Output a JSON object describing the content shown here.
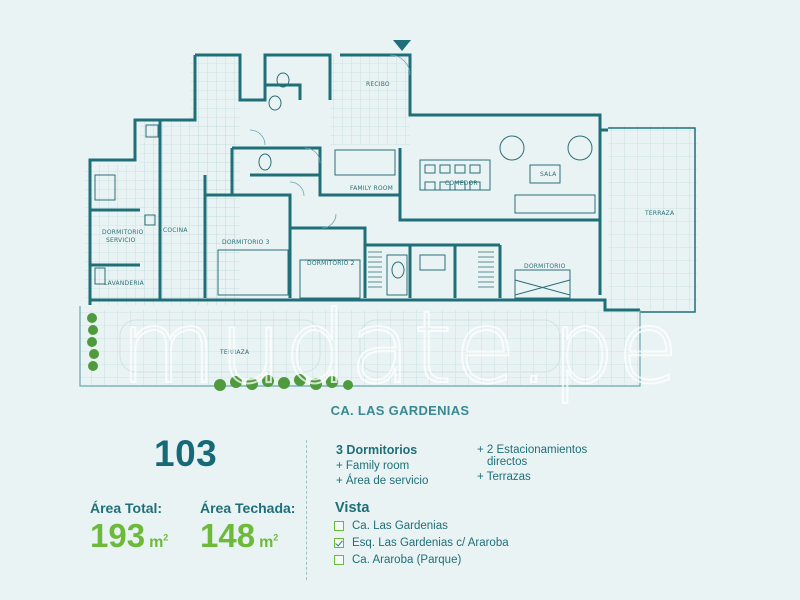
{
  "plan": {
    "rooms": {
      "recibo": "RECIBO",
      "family_room": "FAMILY ROOM",
      "comedor": "COMEDOR",
      "sala": "SALA",
      "terraza_right": "TERRAZA",
      "dormitorio_servicio_line1": "DORMITORIO",
      "dormitorio_servicio_line2": "SERVICIO",
      "cocina": "COCINA",
      "dormitorio_3": "DORMITORIO  3",
      "dormitorio_2": "DORMITORIO  2",
      "dormitorio": "DORMITORIO",
      "lavanderia": "LAVANDERIA",
      "terraza_bottom": "TERRAZA"
    },
    "entrance_icon": "entrance-triangle-icon",
    "street": "CA. LAS GARDENIAS"
  },
  "watermark": "mudate.pe",
  "unit": {
    "number": "103",
    "area_total_label": "Área Total:",
    "area_total_value": "193",
    "area_techada_label": "Área Techada:",
    "area_techada_value": "148",
    "unit_symbol": "m",
    "unit_power": "2"
  },
  "features": {
    "bedrooms": "3 Dormitorios",
    "family_room": "+ Family room",
    "service_area": "+ Área de servicio",
    "parking_line1": "+ 2 Estacionamientos",
    "parking_line2": "directos",
    "terraces": "+ Terrazas"
  },
  "vista": {
    "title": "Vista",
    "options": [
      {
        "label": "Ca. Las Gardenias",
        "checked": false
      },
      {
        "label": "Esq. Las Gardenias c/ Araroba",
        "checked": true
      },
      {
        "label": "Ca. Araroba (Parque)",
        "checked": false
      }
    ]
  },
  "colors": {
    "background": "#e9f3f3",
    "walls": "#1f6f79",
    "accent_green": "#6dba3a",
    "tile_lines": "#b7d5d8"
  }
}
